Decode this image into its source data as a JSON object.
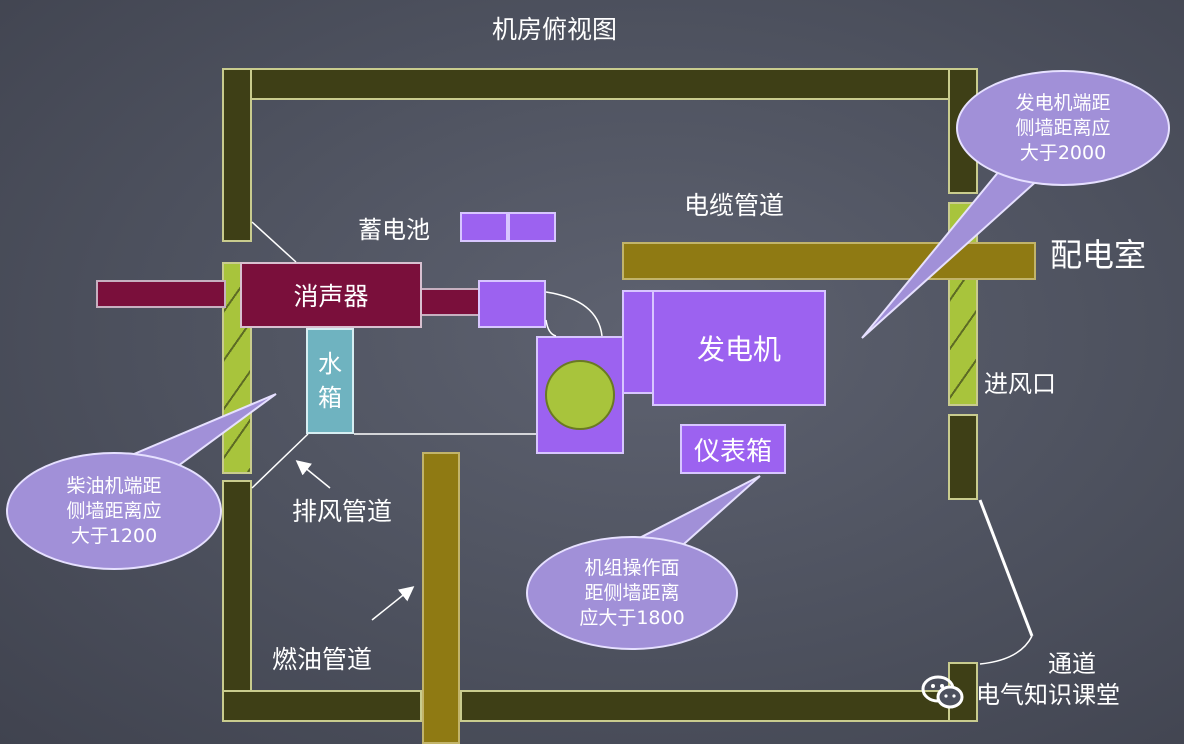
{
  "diagram": {
    "title": "机房俯视图",
    "labels": {
      "battery": "蓄电池",
      "cable_duct": "电缆管道",
      "distribution_room": "配电室",
      "muffler": "消声器",
      "water_tank": "水\n箱",
      "generator": "发电机",
      "air_inlet": "进风口",
      "instrument_box": "仪表箱",
      "exhaust_duct": "排风管道",
      "fuel_pipe": "燃油管道",
      "passage": "通道"
    },
    "callouts": {
      "generator_end": "发电机端距\n侧墙距离应\n大于2000",
      "diesel_end": "柴油机端距\n侧墙距离应\n大于1200",
      "operation_side": "机组操作面\n距侧墙距离\n应大于1800"
    },
    "watermark": "电气知识课堂"
  },
  "colors": {
    "wall": "#3e3f16",
    "vent": "#a8c43c",
    "pipe": "#8f7a13",
    "muffler": "#7a0f3b",
    "equipment": "#9c62f0",
    "water_tank": "#6fb3c0",
    "engine_circle": "#a8c43c",
    "callout": "#a190d8"
  }
}
